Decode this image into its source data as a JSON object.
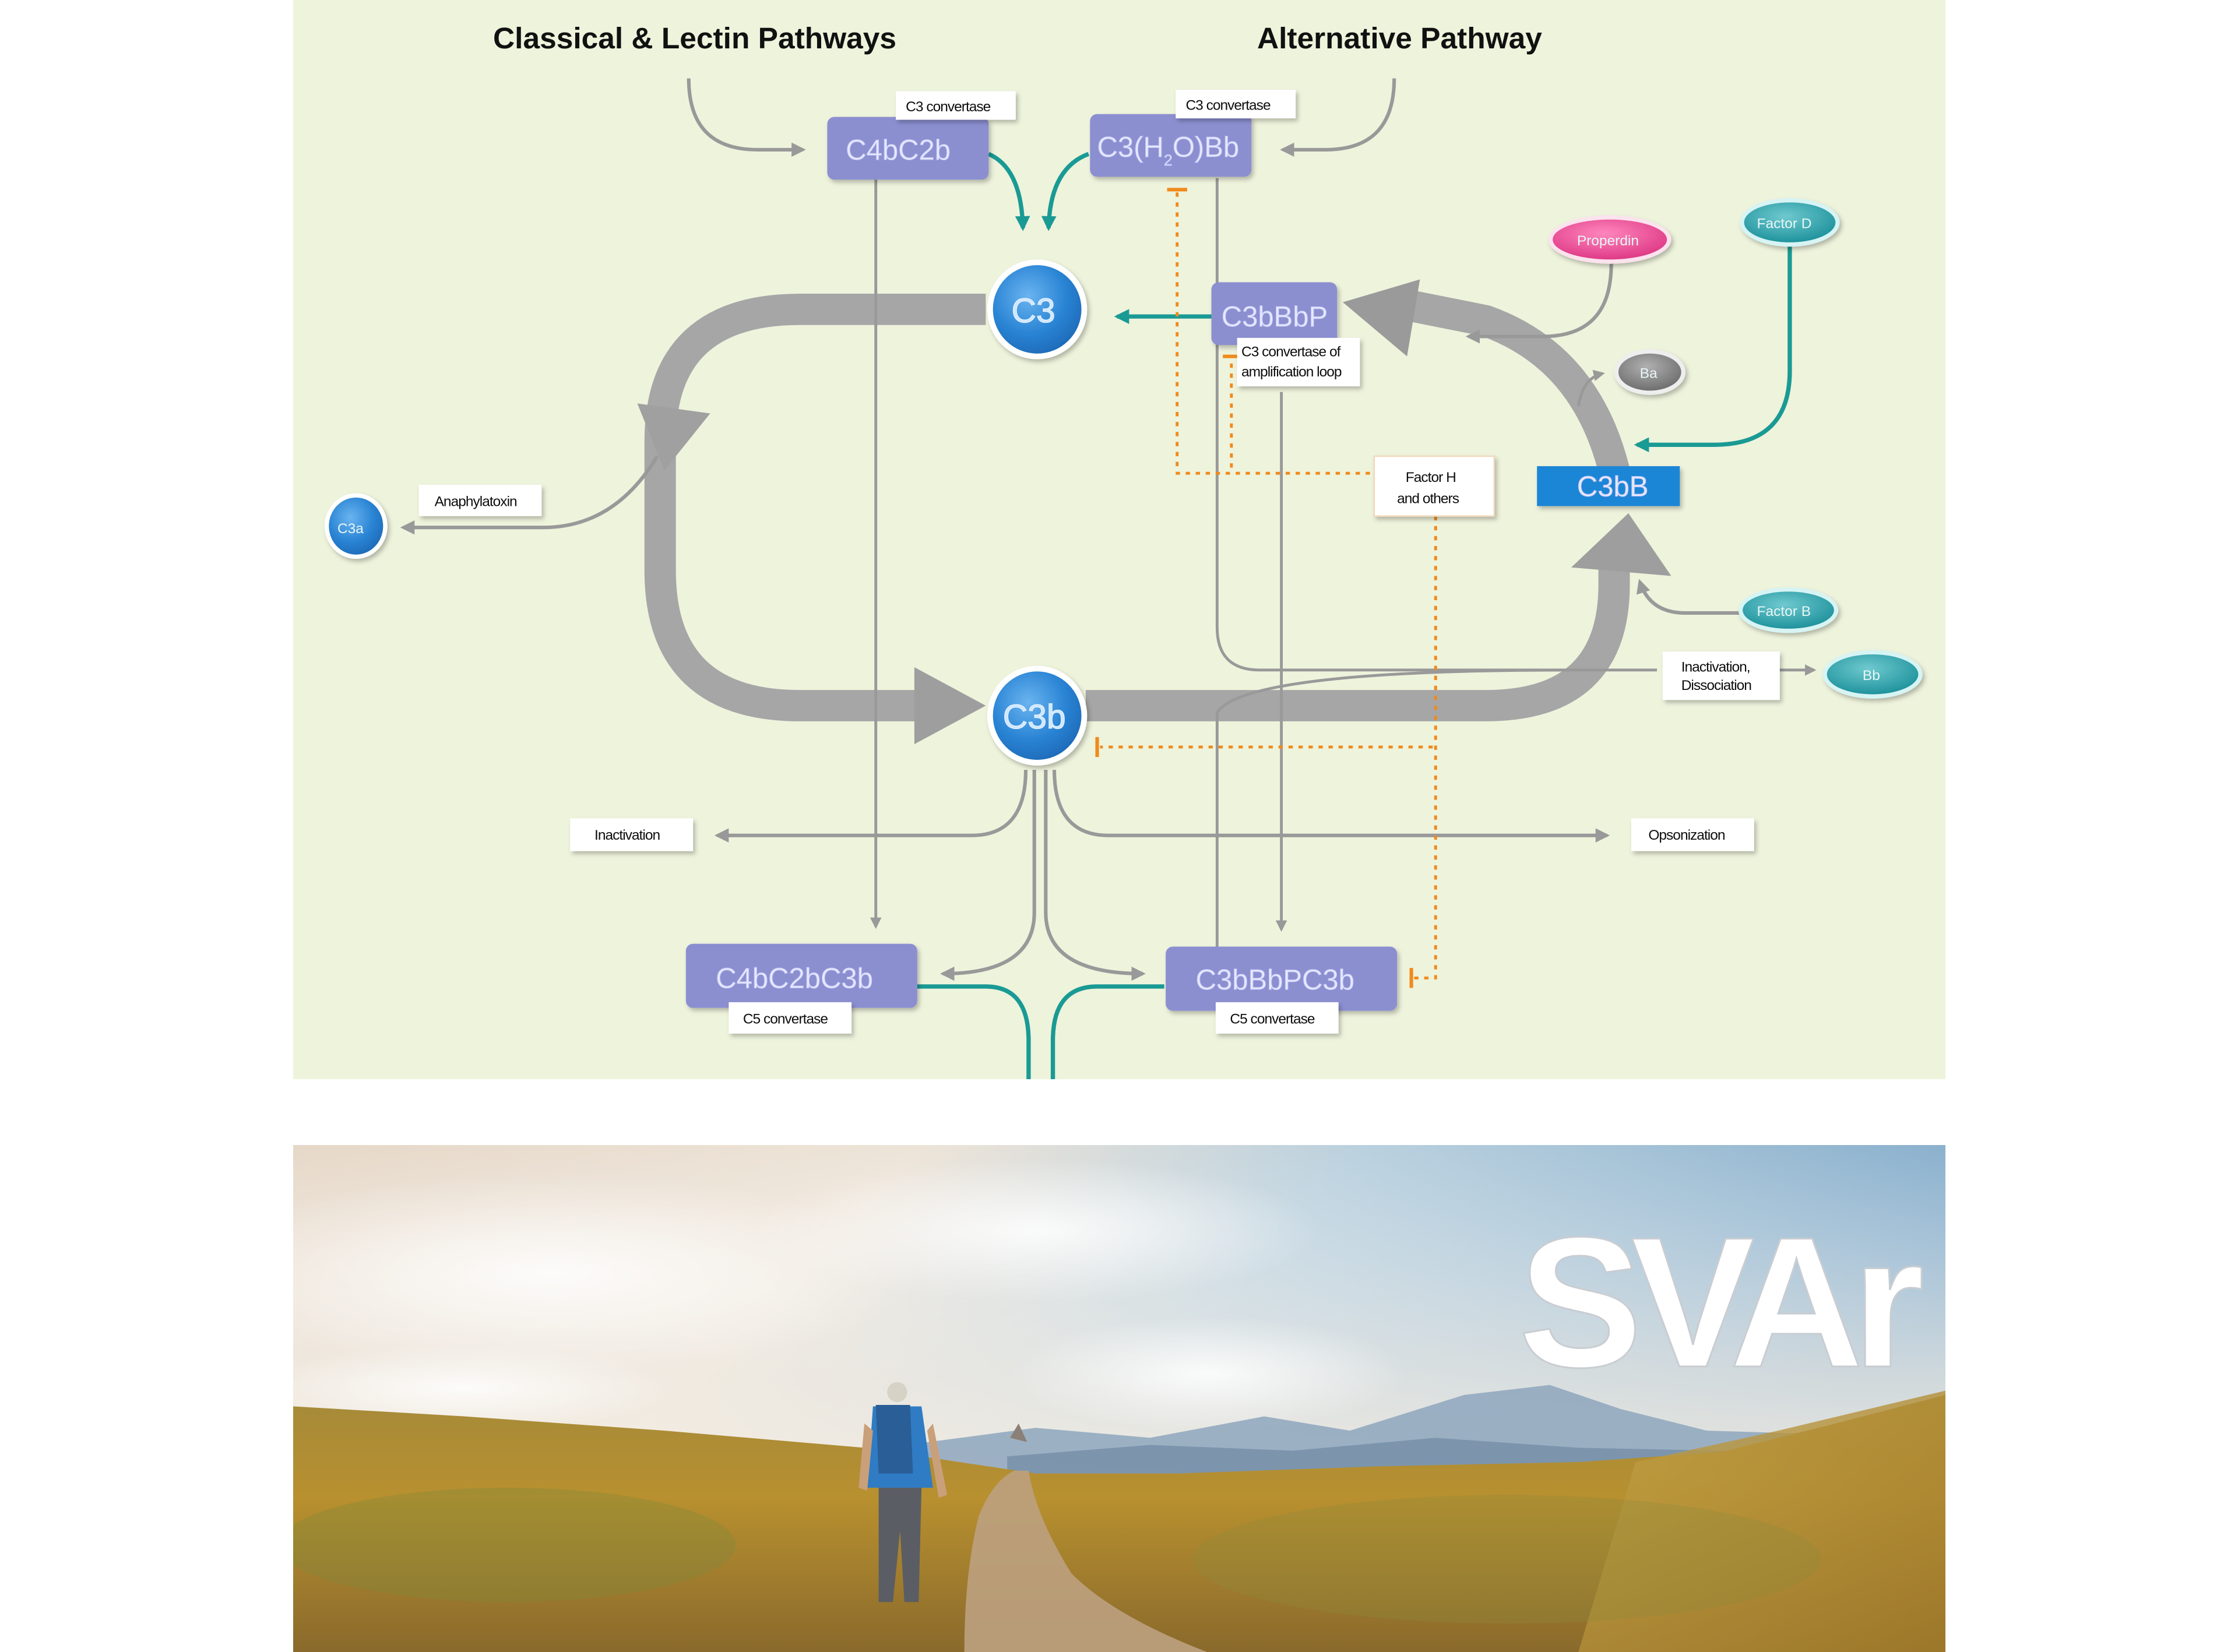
{
  "diagram": {
    "titles": {
      "classical_lectin": "Classical & Lectin Pathways",
      "alternative": "Alternative Pathway"
    },
    "complexes": {
      "c4bc2b": "C4bC2b",
      "c3h2obb_prefix": "C3(H",
      "c3h2obb_sub": "2",
      "c3h2obb_suffix": "O)Bb",
      "c3bbbp": "C3bBbP",
      "c3bb": "C3bB",
      "c4bc2bc3b": "C4bC2bC3b",
      "c3bbbpc3b": "C3bBbPC3b"
    },
    "molecules": {
      "c3": "C3",
      "c3b": "C3b",
      "c3a": "C3a",
      "properdin": "Properdin",
      "factor_d": "Factor D",
      "factor_b": "Factor B",
      "ba": "Ba",
      "bb": "Bb"
    },
    "labels": {
      "c3_convertase_1": "C3 convertase",
      "c3_convertase_2": "C3 convertase",
      "amplification_line1": "C3 convertase of",
      "amplification_line2": "amplification loop",
      "factor_h_line1": "Factor H",
      "factor_h_line2": "and others",
      "anaphylatoxin": "Anaphylatoxin",
      "inactivation_dissociation_line1": "Inactivation,",
      "inactivation_dissociation_line2": "Dissociation",
      "inactivation": "Inactivation",
      "opsonization": "Opsonization",
      "c5_convertase_1": "C5 convertase",
      "c5_convertase_2": "C5 convertase"
    },
    "colors": {
      "background": "#eef3dc",
      "complex_box": "#8b8fd0",
      "c3bb_box": "#1d86d6",
      "molecule_blue": "#2f86d6",
      "teal_arrow": "#1a9a94",
      "gray_arrow": "#a3a3a3",
      "inhibition_orange": "#f08a1c",
      "properdin_pink": "#e6438f",
      "factor_teal": "#23a3ad",
      "ba_gray": "#7d7d7d"
    }
  },
  "banner": {
    "logo": "SVAr"
  }
}
